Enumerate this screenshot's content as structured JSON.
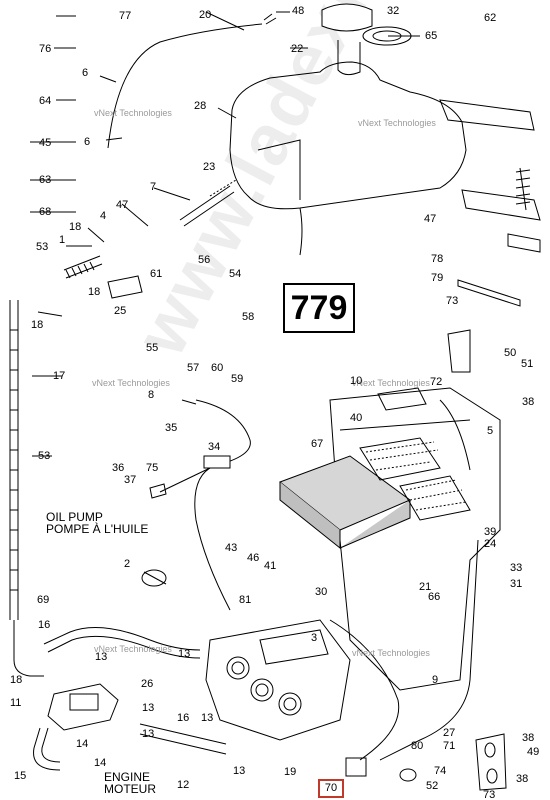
{
  "page_number": "779",
  "highlighted_part": "70",
  "captions": {
    "oil_pump_en": "OIL PUMP",
    "oil_pump_fr": "POMPE À L'HUILE",
    "engine_en": "ENGINE",
    "engine_fr": "MOTEUR"
  },
  "watermark_brand": "vNext Technologies",
  "watermark_site": "www.ladexmotor...",
  "colors": {
    "line": "#000000",
    "highlight": "#c0392b",
    "watermark": "#9a9a9a"
  },
  "part_labels": [
    {
      "id": "77",
      "text": "77"
    },
    {
      "id": "76",
      "text": "76"
    },
    {
      "id": "64",
      "text": "64"
    },
    {
      "id": "45",
      "text": "45"
    },
    {
      "id": "63",
      "text": "63"
    },
    {
      "id": "68",
      "text": "68"
    },
    {
      "id": "20",
      "text": "20"
    },
    {
      "id": "48",
      "text": "48"
    },
    {
      "id": "32",
      "text": "32"
    },
    {
      "id": "62",
      "text": "62"
    },
    {
      "id": "22",
      "text": "22"
    },
    {
      "id": "65",
      "text": "65"
    },
    {
      "id": "6a",
      "text": "6"
    },
    {
      "id": "6b",
      "text": "6"
    },
    {
      "id": "28",
      "text": "28"
    },
    {
      "id": "23",
      "text": "23"
    },
    {
      "id": "7",
      "text": "7"
    },
    {
      "id": "47a",
      "text": "47"
    },
    {
      "id": "47b",
      "text": "47"
    },
    {
      "id": "4",
      "text": "4"
    },
    {
      "id": "18a",
      "text": "18"
    },
    {
      "id": "1",
      "text": "1"
    },
    {
      "id": "53a",
      "text": "53"
    },
    {
      "id": "61",
      "text": "61"
    },
    {
      "id": "18b",
      "text": "18"
    },
    {
      "id": "56",
      "text": "56"
    },
    {
      "id": "54",
      "text": "54"
    },
    {
      "id": "25",
      "text": "25"
    },
    {
      "id": "18c",
      "text": "18"
    },
    {
      "id": "78",
      "text": "78"
    },
    {
      "id": "79",
      "text": "79"
    },
    {
      "id": "73a",
      "text": "73"
    },
    {
      "id": "58",
      "text": "58"
    },
    {
      "id": "55",
      "text": "55"
    },
    {
      "id": "57",
      "text": "57"
    },
    {
      "id": "60",
      "text": "60"
    },
    {
      "id": "59",
      "text": "59"
    },
    {
      "id": "50",
      "text": "50"
    },
    {
      "id": "51",
      "text": "51"
    },
    {
      "id": "72",
      "text": "72"
    },
    {
      "id": "17",
      "text": "17"
    },
    {
      "id": "8",
      "text": "8"
    },
    {
      "id": "10",
      "text": "10"
    },
    {
      "id": "38a",
      "text": "38"
    },
    {
      "id": "35",
      "text": "35"
    },
    {
      "id": "40",
      "text": "40"
    },
    {
      "id": "5",
      "text": "5"
    },
    {
      "id": "34",
      "text": "34"
    },
    {
      "id": "53b",
      "text": "53"
    },
    {
      "id": "67",
      "text": "67"
    },
    {
      "id": "36",
      "text": "36"
    },
    {
      "id": "37",
      "text": "37"
    },
    {
      "id": "75",
      "text": "75"
    },
    {
      "id": "39",
      "text": "39"
    },
    {
      "id": "24",
      "text": "24"
    },
    {
      "id": "43",
      "text": "43"
    },
    {
      "id": "46",
      "text": "46"
    },
    {
      "id": "2",
      "text": "2"
    },
    {
      "id": "41",
      "text": "41"
    },
    {
      "id": "33",
      "text": "33"
    },
    {
      "id": "31",
      "text": "31"
    },
    {
      "id": "21",
      "text": "21"
    },
    {
      "id": "66",
      "text": "66"
    },
    {
      "id": "30",
      "text": "30"
    },
    {
      "id": "69",
      "text": "69"
    },
    {
      "id": "81",
      "text": "81"
    },
    {
      "id": "16a",
      "text": "16"
    },
    {
      "id": "3",
      "text": "3"
    },
    {
      "id": "13a",
      "text": "13"
    },
    {
      "id": "13b",
      "text": "13"
    },
    {
      "id": "18d",
      "text": "18"
    },
    {
      "id": "26",
      "text": "26"
    },
    {
      "id": "9",
      "text": "9"
    },
    {
      "id": "11",
      "text": "11"
    },
    {
      "id": "13c",
      "text": "13"
    },
    {
      "id": "16b",
      "text": "16"
    },
    {
      "id": "13d",
      "text": "13"
    },
    {
      "id": "14a",
      "text": "14"
    },
    {
      "id": "27",
      "text": "27"
    },
    {
      "id": "38b",
      "text": "38"
    },
    {
      "id": "80",
      "text": "80"
    },
    {
      "id": "71",
      "text": "71"
    },
    {
      "id": "49",
      "text": "49"
    },
    {
      "id": "13e",
      "text": "13"
    },
    {
      "id": "19",
      "text": "19"
    },
    {
      "id": "14b",
      "text": "14"
    },
    {
      "id": "74",
      "text": "74"
    },
    {
      "id": "15",
      "text": "15"
    },
    {
      "id": "13f",
      "text": "13"
    },
    {
      "id": "52",
      "text": "52"
    },
    {
      "id": "12",
      "text": "12"
    },
    {
      "id": "38c",
      "text": "38"
    },
    {
      "id": "73b",
      "text": "73"
    }
  ]
}
